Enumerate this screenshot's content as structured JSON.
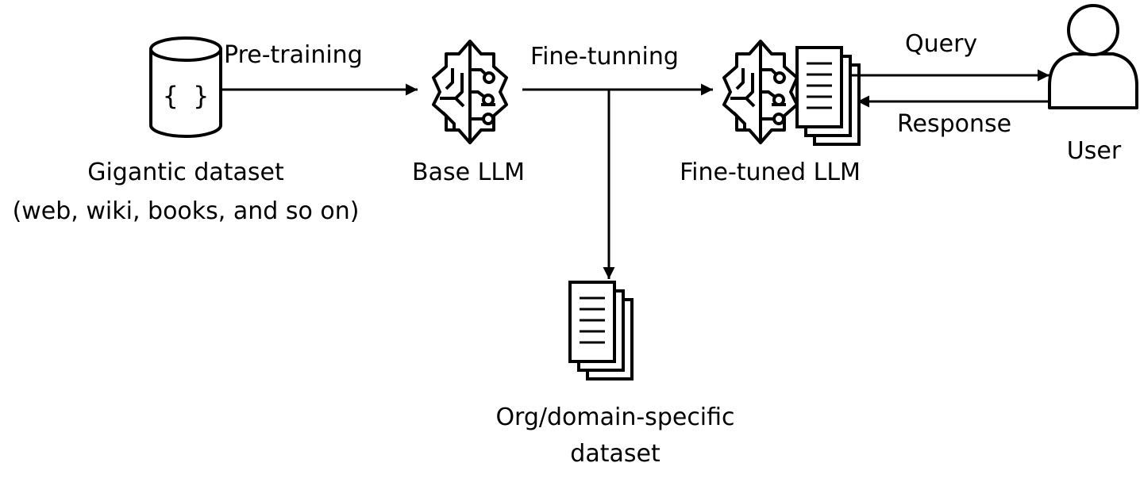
{
  "nodes": {
    "dataset": {
      "label": "Gigantic dataset",
      "sublabel": "(web, wiki, books, and so on)",
      "glyph": "{ }",
      "icon": "database-icon"
    },
    "base_llm": {
      "label": "Base LLM",
      "icon": "brain-circuit-icon"
    },
    "fine_tuned_llm": {
      "label": "Fine-tuned LLM",
      "icon": "brain-circuit-documents-icon"
    },
    "user": {
      "label": "User",
      "icon": "user-icon"
    },
    "org_dataset": {
      "label_line1": "Org/domain-specific",
      "label_line2": "dataset",
      "icon": "documents-icon"
    }
  },
  "edges": {
    "pretraining": "Pre-training",
    "finetuning": "Fine-tunning",
    "query": "Query",
    "response": "Response"
  },
  "colors": {
    "stroke": "#000000",
    "background": "#ffffff"
  }
}
